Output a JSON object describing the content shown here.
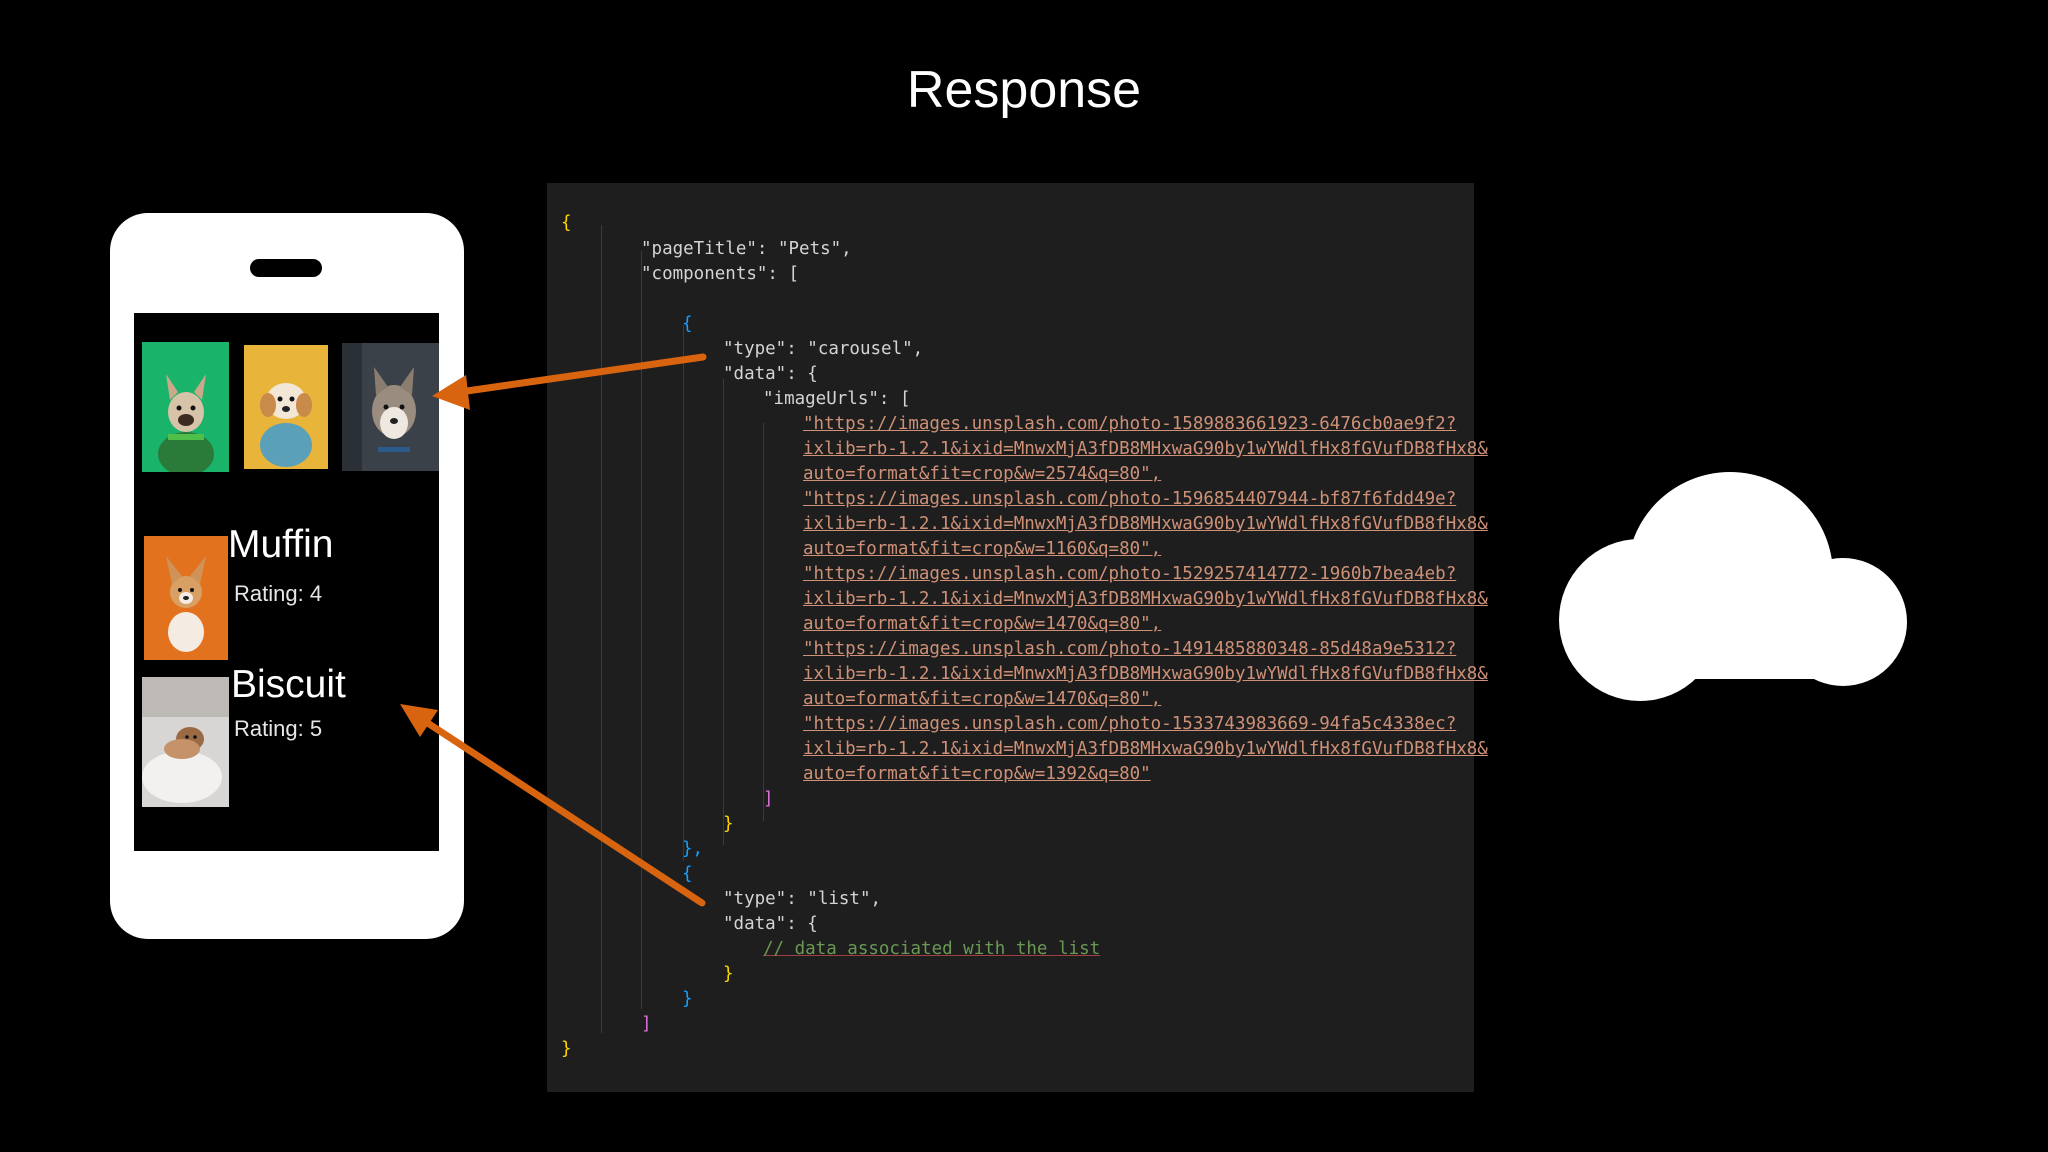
{
  "title": "Response",
  "phone": {
    "carousel": [
      {
        "icon": "green-dog-photo"
      },
      {
        "icon": "yellow-dog-photo"
      },
      {
        "icon": "husky-photo"
      }
    ],
    "list": [
      {
        "name": "Muffin",
        "rating": "Rating: 4"
      },
      {
        "name": "Biscuit",
        "rating": "Rating: 5"
      }
    ]
  },
  "code": {
    "lines": [
      "{",
      "\"pageTitle\": \"Pets\",",
      "\"components\": [",
      "{",
      "\"type\": \"carousel\",",
      "\"data\": {",
      "\"imageUrls\": [",
      "\"https://images.unsplash.com/photo-1589883661923-6476cb0ae9f2?",
      "ixlib=rb-1.2.1&ixid=MnwxMjA3fDB8MHxwaG90by1wYWdlfHx8fGVufDB8fHx8&",
      "auto=format&fit=crop&w=2574&q=80\",",
      "\"https://images.unsplash.com/photo-1596854407944-bf87f6fdd49e?",
      "ixlib=rb-1.2.1&ixid=MnwxMjA3fDB8MHxwaG90by1wYWdlfHx8fGVufDB8fHx8&",
      "auto=format&fit=crop&w=1160&q=80\",",
      "\"https://images.unsplash.com/photo-1529257414772-1960b7bea4eb?",
      "ixlib=rb-1.2.1&ixid=MnwxMjA3fDB8MHxwaG90by1wYWdlfHx8fGVufDB8fHx8&",
      "auto=format&fit=crop&w=1470&q=80\",",
      "\"https://images.unsplash.com/photo-1491485880348-85d48a9e5312?",
      "ixlib=rb-1.2.1&ixid=MnwxMjA3fDB8MHxwaG90by1wYWdlfHx8fGVufDB8fHx8&",
      "auto=format&fit=crop&w=1470&q=80\",",
      "\"https://images.unsplash.com/photo-1533743983669-94fa5c4338ec?",
      "ixlib=rb-1.2.1&ixid=MnwxMjA3fDB8MHxwaG90by1wYWdlfHx8fGVufDB8fHx8&",
      "auto=format&fit=crop&w=1392&q=80\"",
      "]",
      "}",
      "},",
      "{",
      "\"type\": \"list\",",
      "\"data\": {",
      "// data associated with the list",
      "}",
      "}",
      "]",
      "}"
    ]
  },
  "cloud": {
    "icon": "cloud-icon"
  },
  "colors": {
    "background": "#000000",
    "arrow": "#d9640f",
    "code_background": "#1e1e1e",
    "string": "#ce9178",
    "key": "#9cdcfe"
  }
}
